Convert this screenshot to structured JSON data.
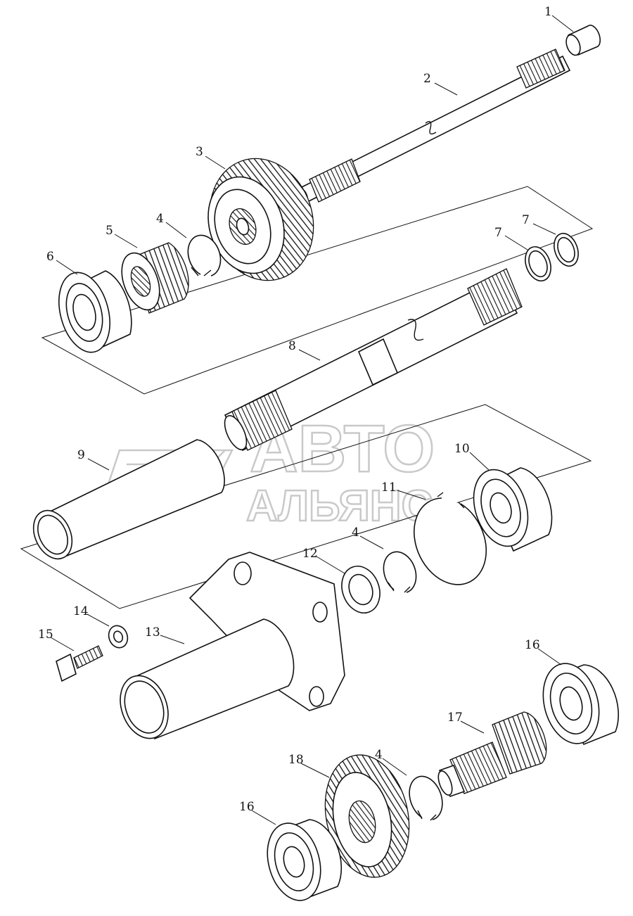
{
  "watermark": {
    "line1": "АВТО",
    "line2": "АЛЬЯНС"
  },
  "callouts": [
    "1",
    "2",
    "3",
    "4",
    "5",
    "6",
    "7",
    "7",
    "8",
    "9",
    "10",
    "11",
    "4",
    "12",
    "13",
    "14",
    "15",
    "16",
    "17",
    "4",
    "18",
    "16"
  ],
  "colors": {
    "ink": "#111111",
    "watermark": "#c9c9c9",
    "background": "#ffffff"
  }
}
